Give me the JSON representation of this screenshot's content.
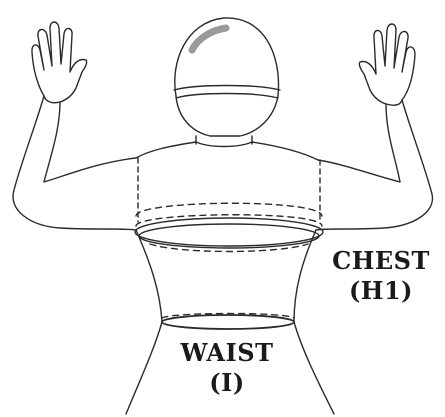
{
  "labels": {
    "chest": {
      "name": "CHEST",
      "code": "(H1)"
    },
    "waist": {
      "name": "WAIST",
      "code": "(I)"
    }
  },
  "colors": {
    "line": "#2b2b2b",
    "helmet_highlight": "#9a9a9a",
    "background": "#ffffff"
  }
}
